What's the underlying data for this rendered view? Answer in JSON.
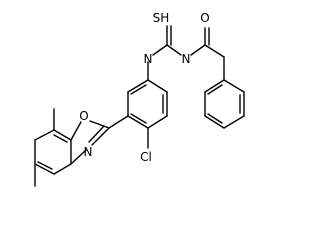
{
  "molecule": {
    "atom_labels": {
      "sulfur": "SH",
      "oxygen_carbonyl": "O",
      "nitrogen_thioamide": "N",
      "nitrogen_amide": "N",
      "chlorine": "Cl",
      "oxygen_ring": "O",
      "nitrogen_ring": "N"
    }
  }
}
